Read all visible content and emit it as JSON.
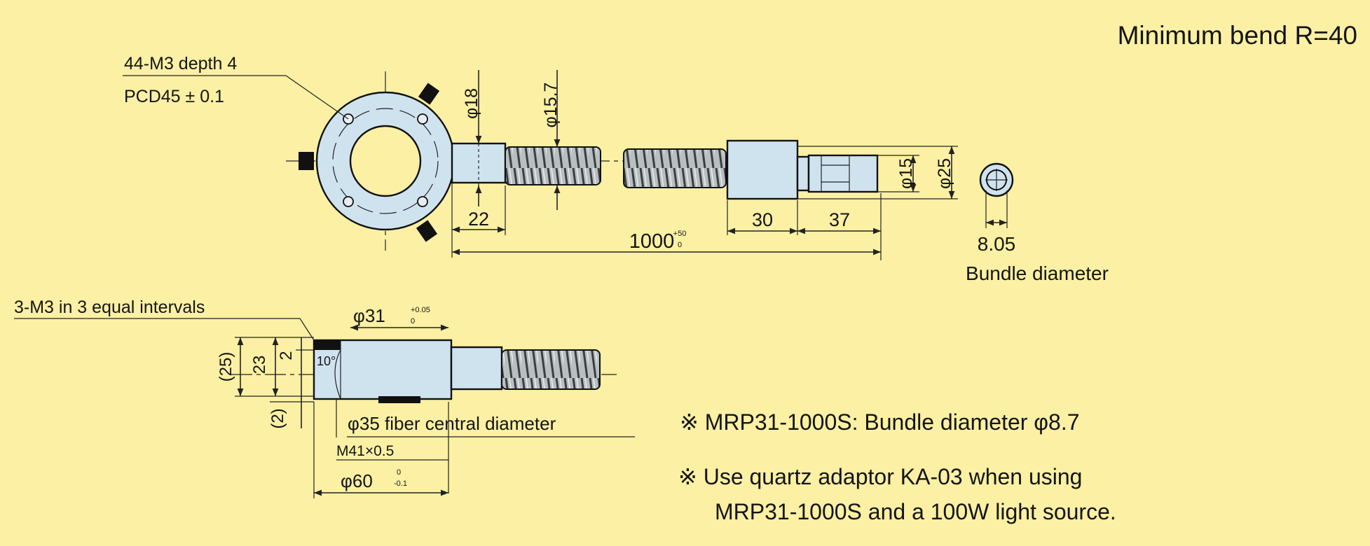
{
  "header": {
    "min_bend": "Minimum bend R=40"
  },
  "top_view": {
    "tap_note": "44-M3 depth 4",
    "pcd_note": "PCD45 ± 0.1",
    "dia_18": "φ18",
    "dia_15_7": "φ15.7",
    "dim_22": "22",
    "dim_1000": "1000",
    "tol_1000_upper": "+50",
    "tol_1000_lower": "0",
    "dim_30": "30",
    "dim_37": "37",
    "dia_15": "φ15",
    "dia_25": "φ25",
    "bundle_value": "8.05",
    "bundle_label": "Bundle diameter"
  },
  "side_view": {
    "tap_note": "3-M3 in 3 equal intervals",
    "dia_31": "φ31",
    "tol_31_upper": "+0.05",
    "tol_31_lower": "0",
    "dim_25": "(25)",
    "dim_23": "23",
    "dim_2_a": "2",
    "dim_2_b": "(2)",
    "angle": "10°",
    "fiber_note": "φ35 fiber central diameter",
    "thread": "M41×0.5",
    "dia_60": "φ60",
    "tol_60_upper": "0",
    "tol_60_lower": "-0.1"
  },
  "notes": {
    "note1": "※ MRP31-1000S: Bundle diameter φ8.7",
    "note2_line1": "※ Use quartz adaptor KA-03 when using",
    "note2_line2": "MRP31-1000S and a 100W light source."
  },
  "colors": {
    "background": "#fbf0a3",
    "part_fill": "#cfe3ef",
    "line": "#111111"
  }
}
